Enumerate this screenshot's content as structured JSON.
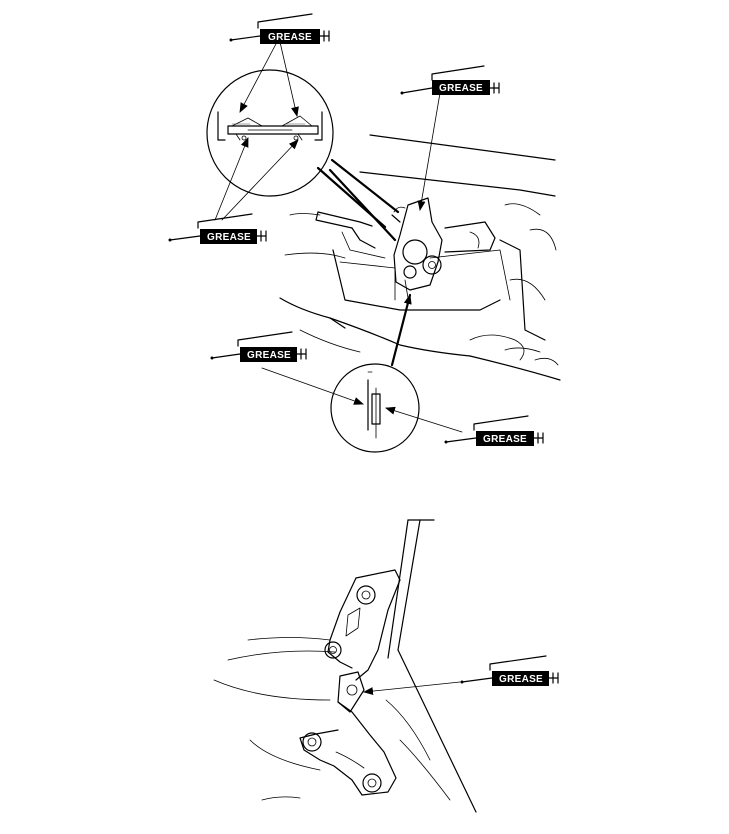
{
  "labels": {
    "grease_top": "GREASE",
    "grease_upper_right": "GREASE",
    "grease_left_mid": "GREASE",
    "grease_lower_left": "GREASE",
    "grease_lower_right": "GREASE",
    "grease_hinge": "GREASE"
  },
  "colors": {
    "line": "#000000",
    "background": "#ffffff",
    "label_fill": "#000000",
    "label_text": "#ffffff"
  },
  "icons": [
    "grease-gun-icon"
  ]
}
